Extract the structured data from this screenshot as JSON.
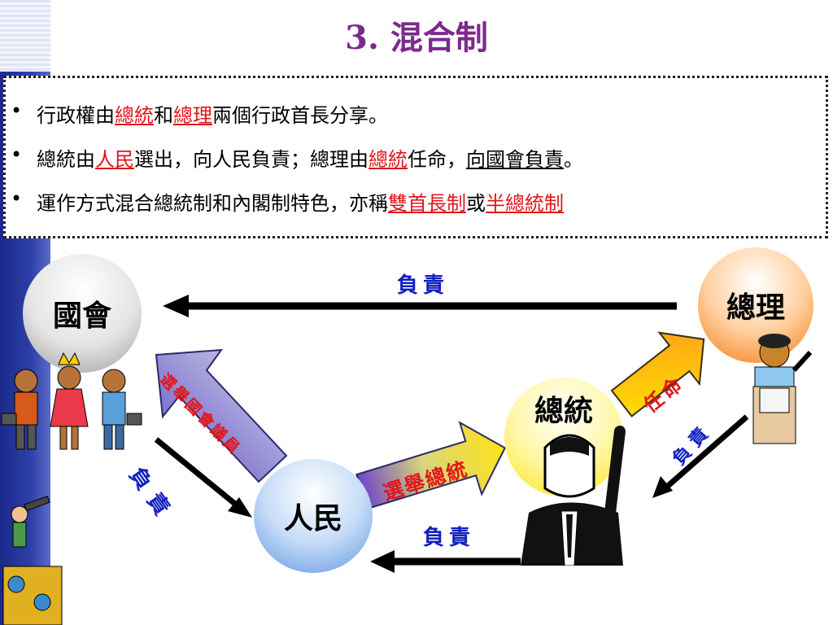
{
  "title": "3. 混合制",
  "bullets": [
    {
      "parts": [
        {
          "t": "行政權由",
          "s": ""
        },
        {
          "t": "總統",
          "s": "hl"
        },
        {
          "t": "和",
          "s": ""
        },
        {
          "t": "總理",
          "s": "hl"
        },
        {
          "t": "兩個行政首長分享。",
          "s": ""
        }
      ]
    },
    {
      "parts": [
        {
          "t": "總統由",
          "s": ""
        },
        {
          "t": "人民",
          "s": "hl"
        },
        {
          "t": "選出，向人民負責；總理由",
          "s": ""
        },
        {
          "t": "總統",
          "s": "hl"
        },
        {
          "t": "任命，",
          "s": ""
        },
        {
          "t": "向國會負責",
          "s": "ul"
        },
        {
          "t": "。",
          "s": ""
        }
      ]
    },
    {
      "parts": [
        {
          "t": "運作方式混合總統制和內閣制特色，亦稱",
          "s": ""
        },
        {
          "t": "雙首長制",
          "s": "hl"
        },
        {
          "t": "或",
          "s": ""
        },
        {
          "t": "半總統制",
          "s": "hl"
        }
      ]
    }
  ],
  "diagram": {
    "nodes": {
      "parliament": "國會",
      "premier": "總理",
      "people": "人民",
      "president": "總統"
    },
    "labels": {
      "premier_to_parliament": "負責",
      "parliament_to_people": "負責",
      "premier_to_president": "負責",
      "president_to_people": "負責",
      "people_elect_parliament": "選舉國會議員",
      "people_elect_president": "選舉總統",
      "president_appoints_premier": "任命"
    }
  },
  "colors": {
    "title": "#7b2a8c",
    "highlight": "#e0161b",
    "label_blue": "#1020c0",
    "arrow_text_red": "#e0161b"
  }
}
